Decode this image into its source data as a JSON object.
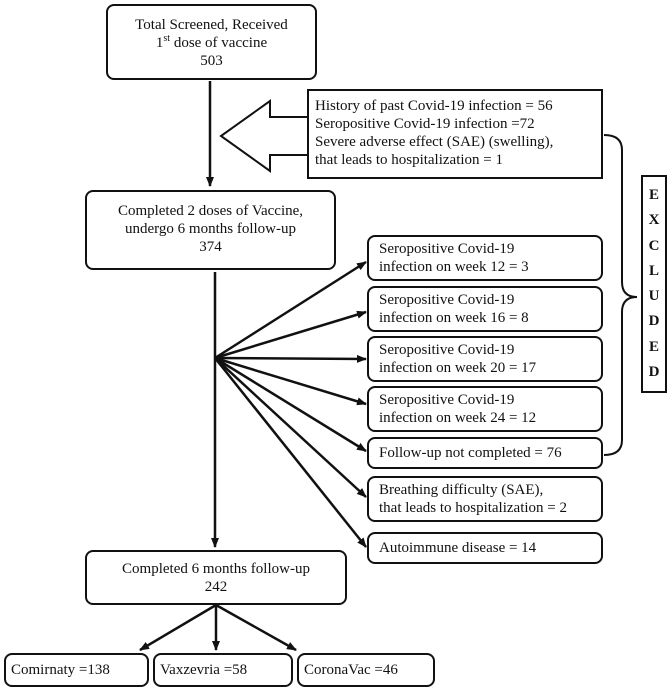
{
  "screened": {
    "line1": "Total Screened, Received",
    "ordinal_num": "1",
    "ordinal_sup": "st",
    "line2_rest": " dose of vaccine",
    "count": "503"
  },
  "exclusion_initial": {
    "line1": "History of past Covid-19 infection = 56",
    "line2": "Seropositive Covid-19 infection =72",
    "line3": "Severe adverse effect (SAE) (swelling),",
    "line4": "that leads to hospitalization = 1"
  },
  "completed_two_doses": {
    "line1": "Completed 2 doses of Vaccine,",
    "line2": "undergo 6 months follow-up",
    "count": "374"
  },
  "followup_exclusions": [
    {
      "line1": "Seropositive Covid-19",
      "line2": "infection on week 12 = 3"
    },
    {
      "line1": "Seropositive Covid-19",
      "line2": "infection on week 16 = 8"
    },
    {
      "line1": "Seropositive Covid-19",
      "line2": "infection on week 20 = 17"
    },
    {
      "line1": "Seropositive Covid-19",
      "line2": "infection on week 24 = 12"
    },
    {
      "line1": "Follow-up not completed = 76"
    },
    {
      "line1": "Breathing difficulty (SAE),",
      "line2": "that leads to hospitalization = 2"
    },
    {
      "line1": "Autoimmune disease = 14"
    }
  ],
  "excluded_label": [
    "E",
    "X",
    "C",
    "L",
    "U",
    "D",
    "E",
    "D"
  ],
  "completed_six_months": {
    "line1": "Completed 6 months follow-up",
    "count": "242"
  },
  "vaccines": [
    {
      "label": "Comirnaty =138"
    },
    {
      "label": "Vaxzevria =58"
    },
    {
      "label": "CoronaVac =46"
    }
  ]
}
